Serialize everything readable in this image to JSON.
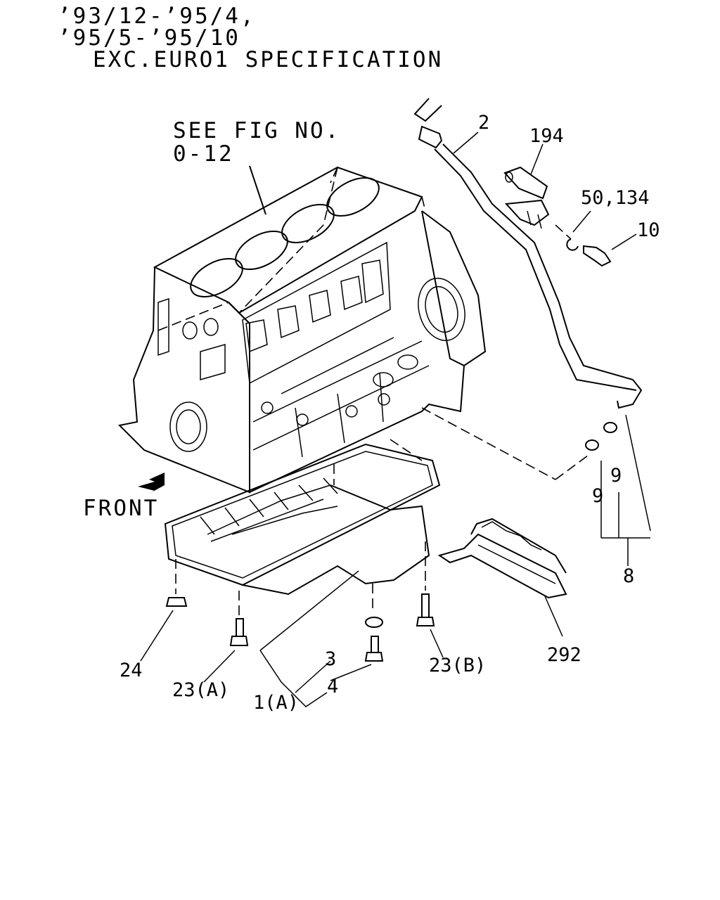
{
  "header": {
    "line1": "’93/12-’95/4,",
    "line2": "’95/5-’95/10",
    "line3": "EXC.EURO1 SPECIFICATION"
  },
  "reference_note": {
    "line1": "SEE FIG NO.",
    "line2": "0-12"
  },
  "front_label": "FRONT",
  "callouts": {
    "c1a": "1(A)",
    "c2": "2",
    "c3": "3",
    "c4": "4",
    "c8": "8",
    "c9a": "9",
    "c9b": "9",
    "c10": "10",
    "c23a": "23(A)",
    "c23b": "23(B)",
    "c24": "24",
    "c194": "194",
    "c292": "292",
    "c50_134": "50,134"
  }
}
